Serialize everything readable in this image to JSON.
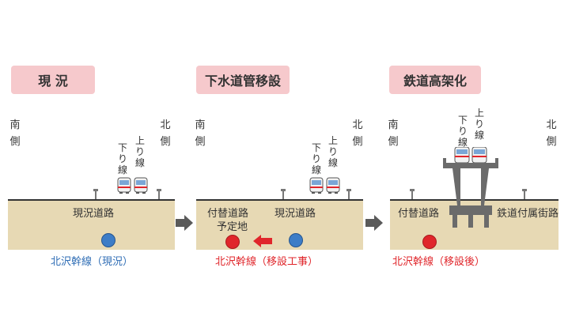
{
  "stages": [
    {
      "title": "現 況",
      "south": [
        "南",
        "側"
      ],
      "north": [
        "北",
        "側"
      ],
      "track_down": [
        "下",
        "り",
        "線"
      ],
      "track_up": [
        "上",
        "り",
        "線"
      ],
      "road_label": "現況道路",
      "pipe_label": "北沢幹線（現況）",
      "pipe_label_color": "#2f6db5"
    },
    {
      "title": "下水道管移設",
      "south": [
        "南",
        "側"
      ],
      "north": [
        "北",
        "側"
      ],
      "track_down": [
        "下",
        "り",
        "線"
      ],
      "track_up": [
        "上",
        "り",
        "線"
      ],
      "replacement_label_1": "付替道路",
      "replacement_label_2": "予定地",
      "road_label": "現況道路",
      "pipe_label": "北沢幹線（移設工事）",
      "pipe_label_color": "#e0262b"
    },
    {
      "title": "鉄道高架化",
      "south": [
        "南",
        "側"
      ],
      "north": [
        "北",
        "側"
      ],
      "track_down": [
        "下",
        "り",
        "線"
      ],
      "track_up": [
        "上",
        "り",
        "線"
      ],
      "left_road_label": "付替道路",
      "right_road_label": "鉄道付属街路",
      "pipe_label": "北沢幹線（移設後）",
      "pipe_label_color": "#e0262b"
    }
  ],
  "colors": {
    "title_bg": "#f6c9cc",
    "ground": "#e7d9b4",
    "pipe_existing": "#3d7dc7",
    "pipe_new": "#e0262b",
    "structure": "#6b6b6b",
    "step_arrow": "#5a5a5a",
    "move_arrow": "#e0262b"
  },
  "icons": [
    "train-icon",
    "step-arrow-icon",
    "move-arrow-icon",
    "utility-pole-icon"
  ]
}
